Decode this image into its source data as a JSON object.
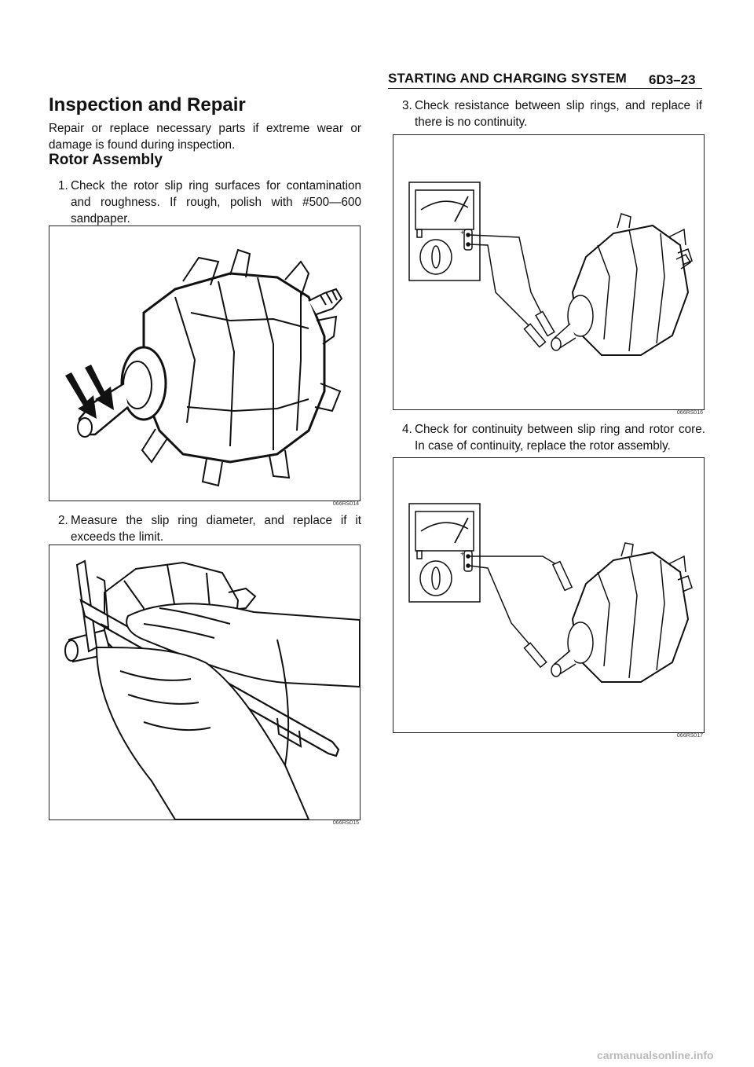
{
  "header": {
    "section": "STARTING AND CHARGING SYSTEM",
    "page": "6D3–23"
  },
  "title": "Inspection and Repair",
  "intro": "Repair or replace necessary parts if extreme wear or damage is found during inspection.",
  "subheading": "Rotor Assembly",
  "steps": [
    {
      "num": "1.",
      "text": "Check the rotor slip ring surfaces for contamination and roughness. If rough, polish with #500—600 sandpaper."
    },
    {
      "num": "2.",
      "text": "Measure the slip ring diameter, and replace if it exceeds the limit."
    },
    {
      "num": "3.",
      "text": "Check resistance between slip rings, and replace if there is no continuity."
    },
    {
      "num": "4.",
      "text": "Check for continuity between slip ring and rotor core. In case of continuity, replace the rotor assembly."
    }
  ],
  "figures": [
    {
      "label": "066RS014"
    },
    {
      "label": "066RS015"
    },
    {
      "label": "066RS016"
    },
    {
      "label": "066RS017"
    }
  ],
  "meter": {
    "plus": "+"
  },
  "footer": {
    "watermark": "carmanualsonline.info"
  }
}
